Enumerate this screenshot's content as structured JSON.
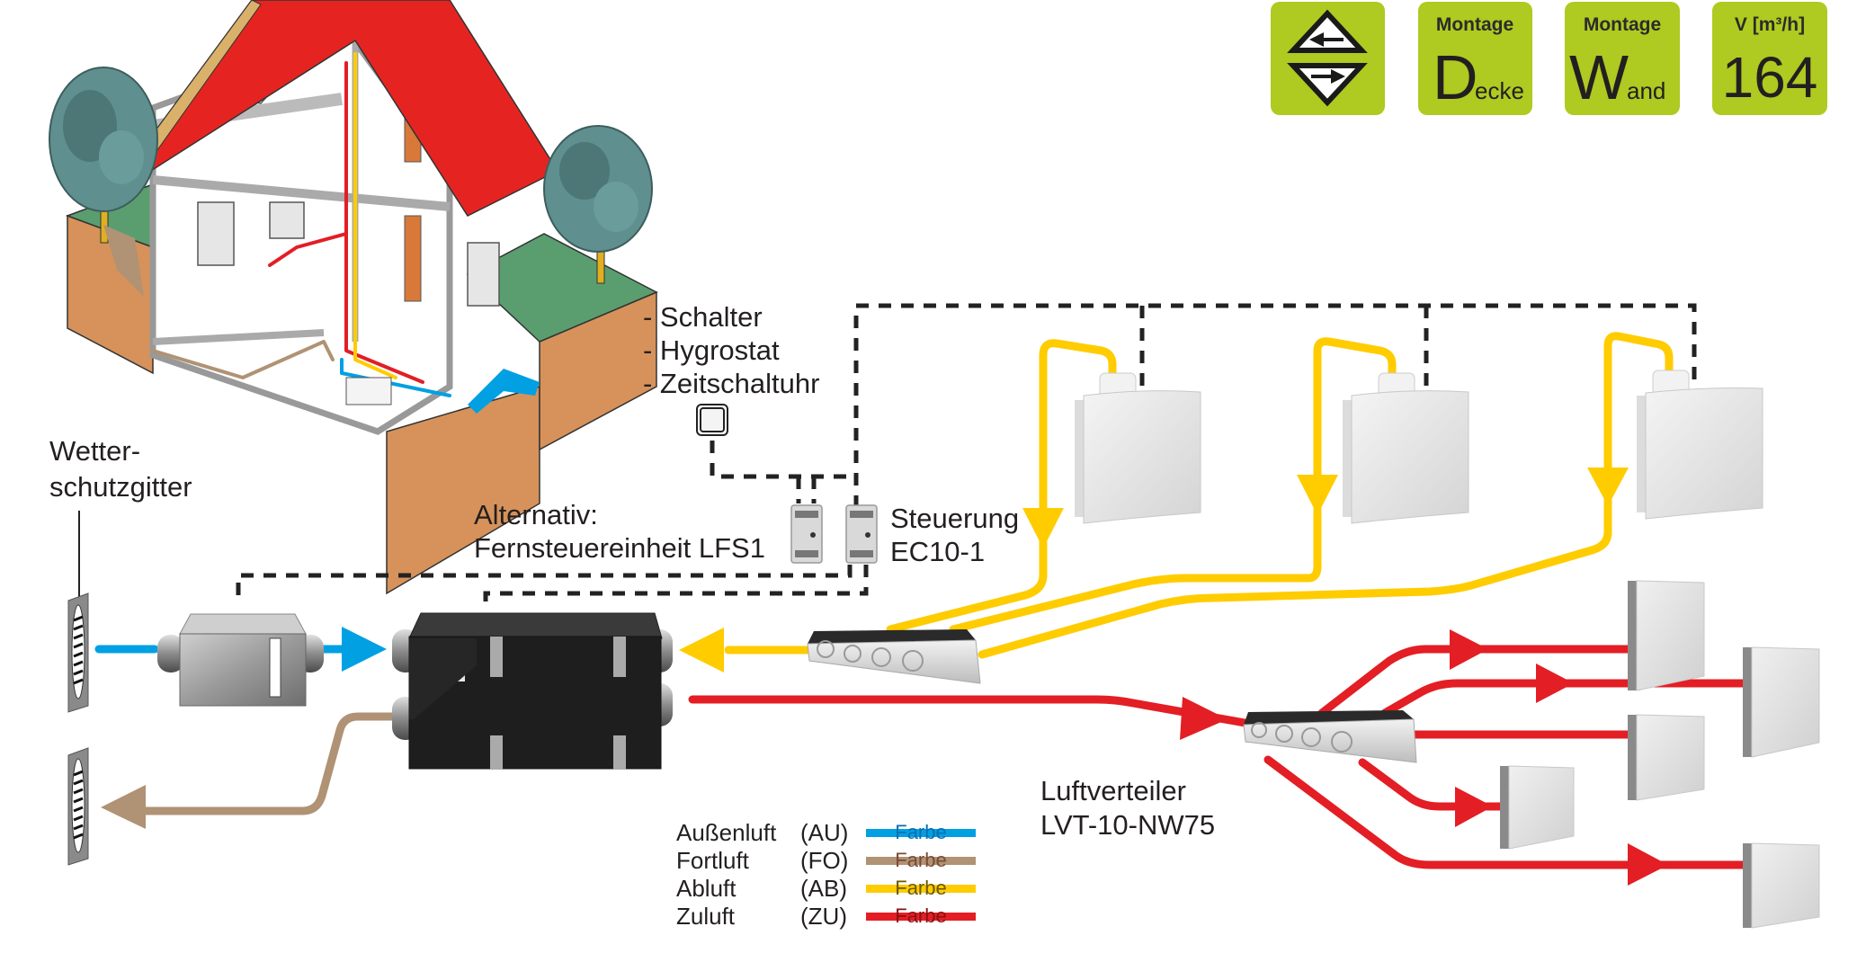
{
  "colors": {
    "aussenluft": "#00a0e3",
    "fortluft": "#b09274",
    "abluft": "#ffcc00",
    "zuluft": "#e31e24",
    "badge_bg": "#afca20",
    "control_line": "#222222",
    "roof": "#e52421",
    "ground": "#5a9e6f",
    "soil": "#d6925a"
  },
  "badges": [
    {
      "id": "heat-recovery",
      "icon": "counterflow-arrows-icon"
    },
    {
      "id": "montage-decke",
      "title": "Montage",
      "big": "D",
      "small": "ecke"
    },
    {
      "id": "montage-wand",
      "title": "Montage",
      "big": "W",
      "small": "and"
    },
    {
      "id": "volume-flow",
      "title": "V [m³/h]",
      "value": "164"
    }
  ],
  "labels": {
    "control_options": [
      "- Schalter",
      "- Hygrostat",
      "- Zeitschaltuhr"
    ],
    "alternativ_line1": "Alternativ:",
    "alternativ_line2": "Fernsteuereinheit LFS1",
    "steuerung_line1": "Steuerung",
    "steuerung_line2": "EC10-1",
    "wetterschutz_line1": "Wetter-",
    "wetterschutz_line2": "schutzgitter",
    "luftverteiler_line1": "Luftverteiler",
    "luftverteiler_line2": "LVT-10-NW75"
  },
  "legend": [
    {
      "name": "Außenluft",
      "code": "(AU)",
      "swatch_text": "Farbe",
      "color": "#00a0e3",
      "text_color": "#0a6fb0"
    },
    {
      "name": "Fortluft",
      "code": "(FO)",
      "swatch_text": "Farbe",
      "color": "#b09274",
      "text_color": "#7a4a33"
    },
    {
      "name": "Abluft",
      "code": "(AB)",
      "swatch_text": "Farbe",
      "color": "#ffcc00",
      "text_color": "#6b5a00"
    },
    {
      "name": "Zuluft",
      "code": "(ZU)",
      "swatch_text": "Farbe",
      "color": "#e31e24",
      "text_color": "#8a1014"
    }
  ],
  "components": {
    "extract_valves": 3,
    "supply_valves": 5,
    "weather_grilles": 2
  }
}
